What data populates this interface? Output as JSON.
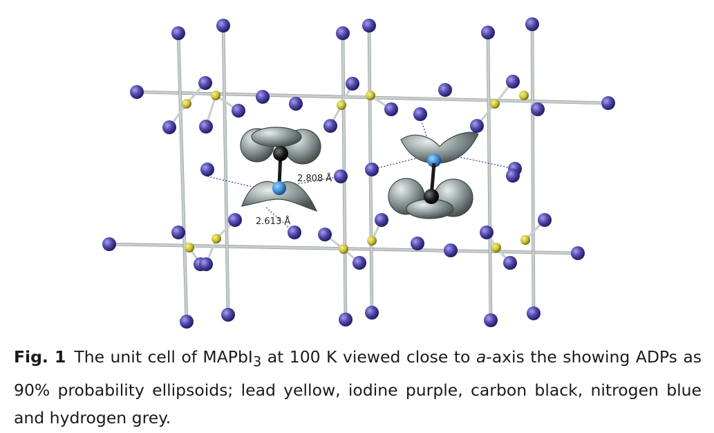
{
  "figure": {
    "distance_labels": [
      "2.808 Å",
      "2.613 Å"
    ],
    "colors": {
      "lead": "#c9c23a",
      "iodine": "#4f47a8",
      "carbon": "#1a1a1a",
      "nitrogen": "#3d8fd6",
      "hydrogen": "#8f9b9b",
      "bond": "#c9cfcf",
      "hbond": "#3c4f9a"
    }
  },
  "caption": {
    "label": "Fig. 1",
    "text_before": "The unit cell of MAPbI",
    "subscript": "3",
    "text_middle": " at 100 K viewed close to ",
    "italic": "a",
    "text_after": "-axis the showing ADPs as 90% probability ellipsoids; lead yellow, iodine purple, carbon black, nitrogen blue and hydrogen grey."
  }
}
